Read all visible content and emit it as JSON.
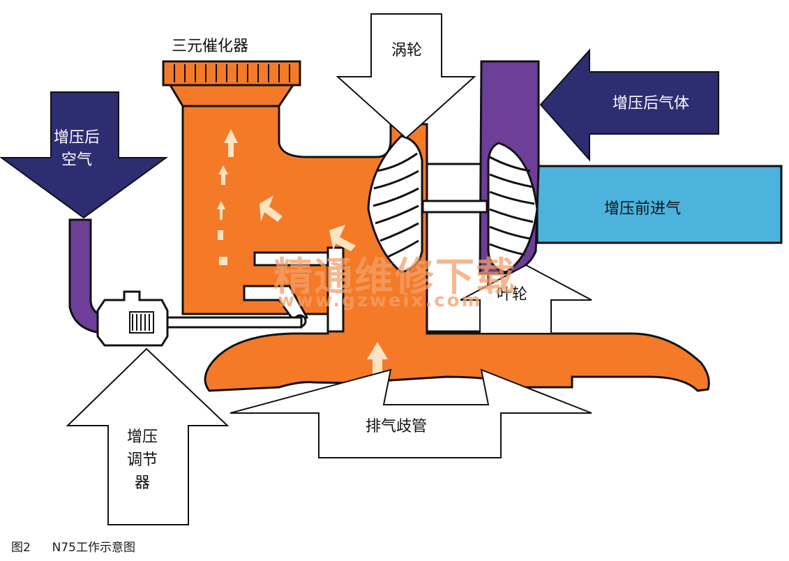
{
  "labels": {
    "catalyst": "三元催化器",
    "turbine": "涡轮",
    "boosted_gas": "增压后气体",
    "boosted_air": "增压后空气",
    "pre_boost_intake": "增压前进气",
    "impeller": "叶轮",
    "boost_regulator": "增压调节器",
    "exhaust_manifold": "排气歧管"
  },
  "watermark": {
    "text": "精通维修下载",
    "url": "www.gzweix.com"
  },
  "caption": {
    "fig_no": "图2",
    "title": "N75工作示意图"
  },
  "colors": {
    "housing": "#f47a28",
    "dark_arrow": "#2d2d72",
    "purple_pipe": "#6d3f98",
    "intake_pipe": "#4cb3dd",
    "outline": "#111111"
  }
}
